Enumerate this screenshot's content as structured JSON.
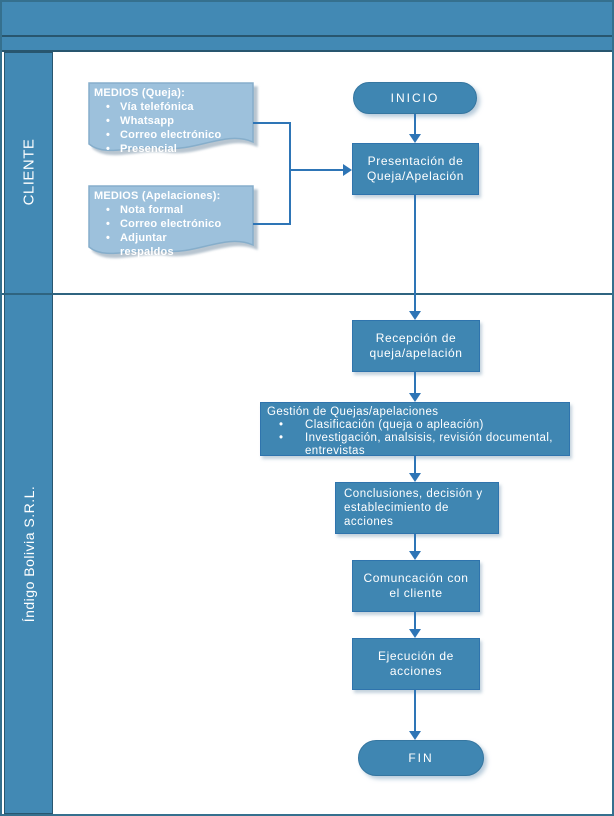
{
  "bullet_char": "•",
  "lanes": [
    {
      "label": "CLIENTE"
    },
    {
      "label": "Índigo Bolivia S.R.L."
    }
  ],
  "client_docs": [
    {
      "title": "MEDIOS (Queja):",
      "items": [
        "Vía telefónica",
        "Whatsapp",
        "Correo electrónico",
        "Presencial"
      ]
    },
    {
      "title": "MEDIOS (Apelaciones):",
      "items": [
        "Nota formal",
        "Correo electrónico",
        "Adjuntar\nrespaldos"
      ]
    }
  ],
  "flow": {
    "start": "INICIO",
    "step1": "Presentación de Queja/Apelación",
    "step2": "Recepción de queja/apelación",
    "step3": {
      "title": "Gestión de Quejas/apelaciones",
      "items": [
        "Clasificación (queja o apleación)",
        "Investigación, analsisis, revisión documental, entrevistas"
      ]
    },
    "step4": "Conclusiones, decisión y establecimiento de acciones",
    "step5": "Comuncación con el cliente",
    "step6": "Ejecución de acciones",
    "end": "FIN"
  },
  "colors": {
    "lane_fill": "#4289b4",
    "shape_fill": "#3f86b2",
    "doc_fill": "#9dc1dc",
    "arrow": "#2e75b6",
    "border_dark": "#28566f"
  }
}
